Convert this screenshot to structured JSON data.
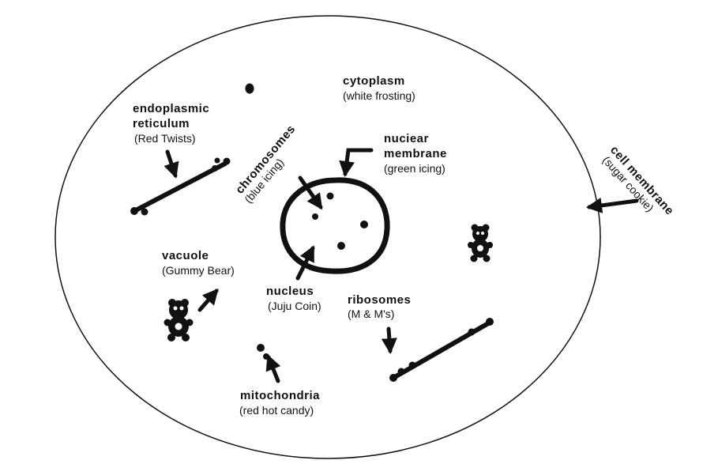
{
  "colors": {
    "ink": "#111111",
    "background": "#ffffff"
  },
  "labels": {
    "cytoplasm": {
      "name": "cytoplasm",
      "material": "(white frosting)"
    },
    "endoplasmic_reticulum": {
      "name_line1": "endoplasmic",
      "name_line2": "reticulum",
      "material": "(Red Twists)"
    },
    "chromosomes": {
      "name": "chromosomes",
      "material": "(blue icing)"
    },
    "nuclear_membrane": {
      "name_line1": "nuciear",
      "name_line2": "membrane",
      "material": "(green icing)"
    },
    "cell_membrane": {
      "name": "cell membrane",
      "material": "(sugar cookie)"
    },
    "vacuole": {
      "name": "vacuole",
      "material": "(Gummy Bear)"
    },
    "nucleus": {
      "name": "nucleus",
      "material": "(Juju Coin)"
    },
    "ribosomes": {
      "name": "ribosomes",
      "material": "(M & M's)"
    },
    "mitochondria": {
      "name": "mitochondria",
      "material": "(red hot candy)"
    }
  }
}
